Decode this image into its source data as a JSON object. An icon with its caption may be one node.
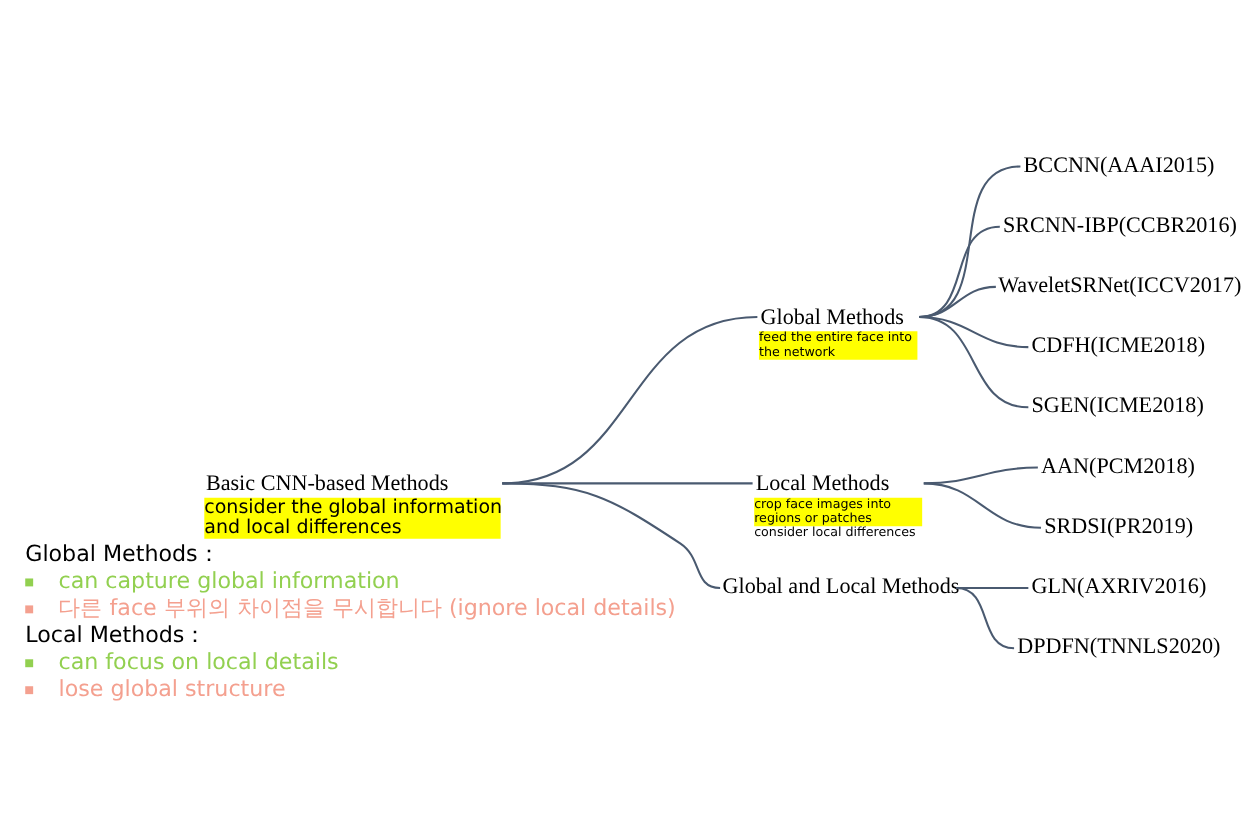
{
  "diagram": {
    "nodes": [
      {
        "text": [
          "Basic CNN-based Methods",
          "consider the global information and local differences"
        ]
      },
      {
        "text": [
          "Global Methods",
          "feed the entire face into the network"
        ]
      },
      {
        "text": [
          "Local Methods",
          "crop face images into regions or patches",
          "consider local differences"
        ]
      },
      {
        "text": [
          "Global and Local Methods"
        ]
      },
      {
        "text": [
          "BCCNN(AAAI2015)"
        ]
      },
      {
        "text": [
          "SRCNN-IBP(CCBR2016)"
        ]
      },
      {
        "text": [
          "WaveletSRNet(ICCV2017)"
        ]
      },
      {
        "text": [
          "CDFH(ICME2018)"
        ]
      },
      {
        "text": [
          "SGEN(ICME2018)"
        ]
      },
      {
        "text": [
          "AAN(PCM2018)"
        ]
      },
      {
        "text": [
          "SRDSI(PR2019)"
        ]
      },
      {
        "text": [
          "GLN(AXRIV2016)"
        ]
      },
      {
        "text": [
          "DPDFN(TNNLS2020)"
        ]
      }
    ],
    "edges": [
      {
        "from": 0,
        "to": 1,
        "arrow": "none"
      },
      {
        "from": 0,
        "to": 2,
        "arrow": "none"
      },
      {
        "from": 0,
        "to": 3,
        "arrow": "none"
      },
      {
        "from": 1,
        "to": 4,
        "arrow": "none"
      },
      {
        "from": 1,
        "to": 5,
        "arrow": "none"
      },
      {
        "from": 1,
        "to": 6,
        "arrow": "none"
      },
      {
        "from": 1,
        "to": 7,
        "arrow": "none"
      },
      {
        "from": 1,
        "to": 8,
        "arrow": "none"
      },
      {
        "from": 2,
        "to": 9,
        "arrow": "none"
      },
      {
        "from": 2,
        "to": 10,
        "arrow": "none"
      },
      {
        "from": 3,
        "to": 11,
        "arrow": "none"
      },
      {
        "from": 3,
        "to": 12,
        "arrow": "none"
      }
    ],
    "labels": [
      "Global Methods：",
      "can capture global information",
      "다른 face 부위의 차이점을 무시합니다 (ignore local details)",
      "Local Methods：",
      "can focus on local details",
      "lose global structure"
    ]
  }
}
